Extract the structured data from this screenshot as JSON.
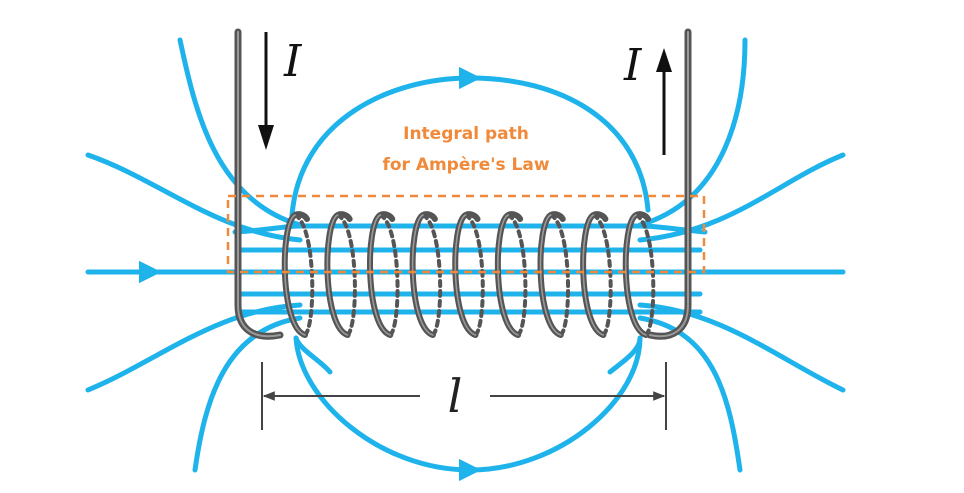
{
  "colors": {
    "field_line": "#1fb3ec",
    "wire": "#555555",
    "wire_highlight": "#9a9a9a",
    "annotation": "#f08a3a",
    "arrow": "#111111",
    "dimension": "#444444"
  },
  "labels": {
    "current_left": "I",
    "current_right": "I",
    "path_line1": "Integral path",
    "path_line2": "for Ampère's Law",
    "length": "l"
  }
}
